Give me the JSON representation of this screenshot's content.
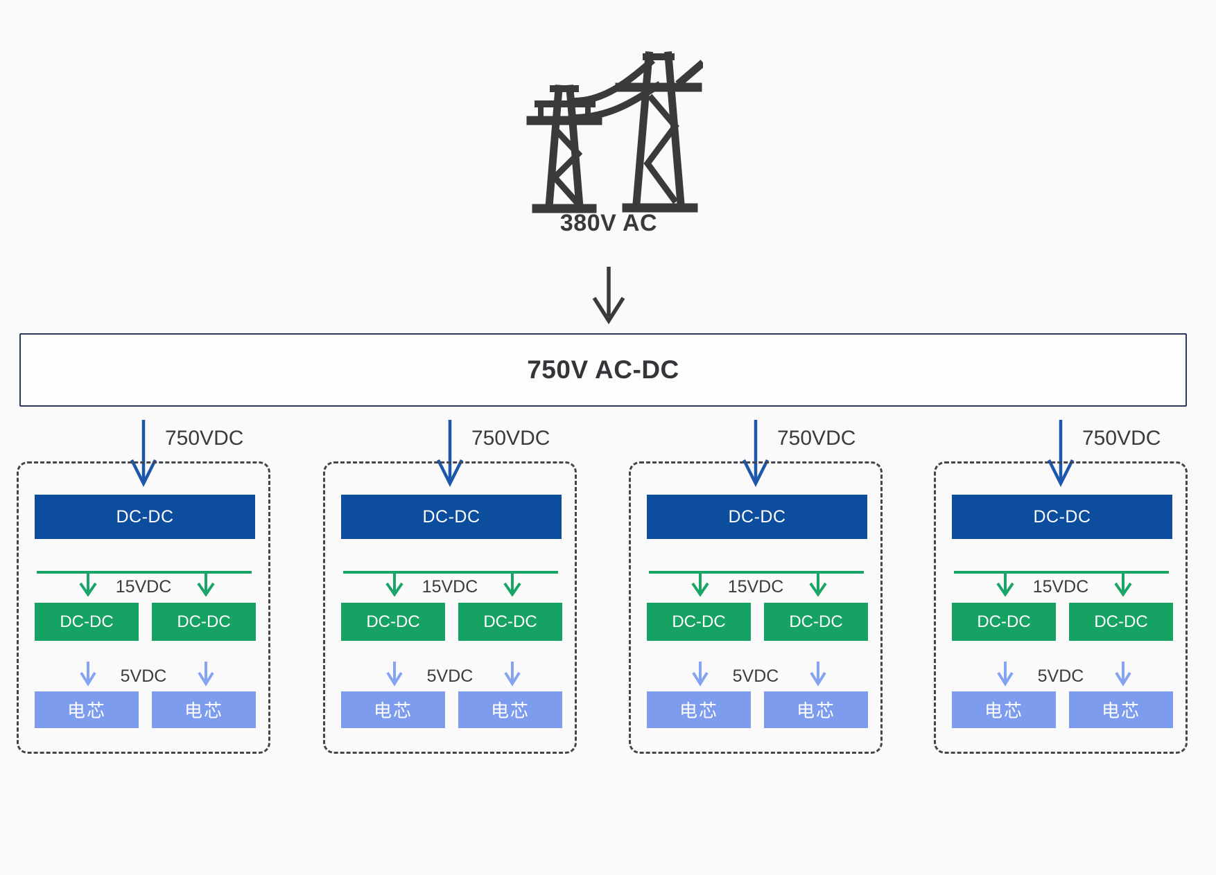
{
  "source": {
    "icon": "transmission-towers-icon",
    "label": "380V AC"
  },
  "converter": {
    "label": "750V AC-DC"
  },
  "modules": [
    {
      "input_label": "750VDC",
      "primary_converter": "DC-DC",
      "mid_voltage_label": "15VDC",
      "secondary_converters": [
        "DC-DC",
        "DC-DC"
      ],
      "low_voltage_label": "5VDC",
      "cells": [
        "电芯",
        "电芯"
      ]
    },
    {
      "input_label": "750VDC",
      "primary_converter": "DC-DC",
      "mid_voltage_label": "15VDC",
      "secondary_converters": [
        "DC-DC",
        "DC-DC"
      ],
      "low_voltage_label": "5VDC",
      "cells": [
        "电芯",
        "电芯"
      ]
    },
    {
      "input_label": "750VDC",
      "primary_converter": "DC-DC",
      "mid_voltage_label": "15VDC",
      "secondary_converters": [
        "DC-DC",
        "DC-DC"
      ],
      "low_voltage_label": "5VDC",
      "cells": [
        "电芯",
        "电芯"
      ]
    },
    {
      "input_label": "750VDC",
      "primary_converter": "DC-DC",
      "mid_voltage_label": "15VDC",
      "secondary_converters": [
        "DC-DC",
        "DC-DC"
      ],
      "low_voltage_label": "5VDC",
      "cells": [
        "电芯",
        "电芯"
      ]
    }
  ],
  "colors": {
    "background": "#fafafa",
    "icon_dark": "#3a3a3c",
    "converter_border": "#2a385c",
    "primary_blue": "#0d4d9e",
    "input_arrow_blue": "#1b58ab",
    "green_box": "#16a262",
    "green_arrow": "#19a565",
    "cell_blue": "#7d9ced",
    "cell_arrow_blue": "#84a3f1",
    "text_dark": "#3a3a3d"
  }
}
